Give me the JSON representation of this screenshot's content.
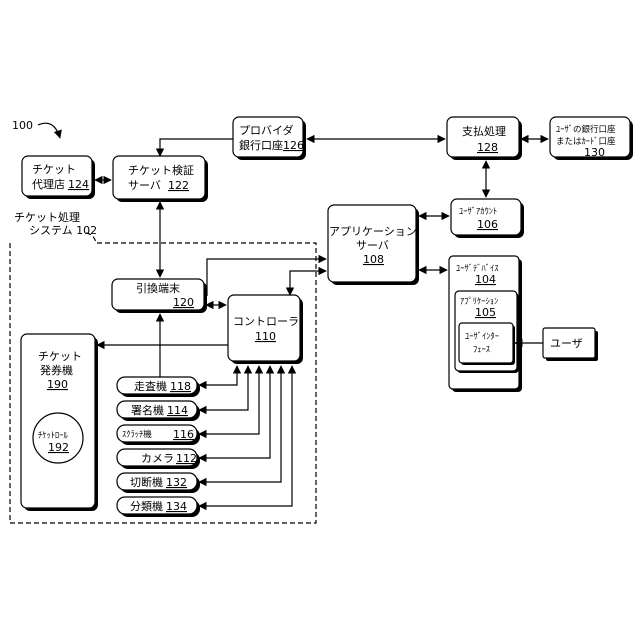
{
  "figure_ref": "100",
  "system_label": [
    "チケット処理",
    "システム 102"
  ],
  "nodes": {
    "ticket_agency": {
      "lines": [
        "チケット",
        "代理店"
      ],
      "num": "124"
    },
    "ticket_verify_server": {
      "lines": [
        "チケット検証",
        "サーバ"
      ],
      "num": "122"
    },
    "provider_account": {
      "lines": [
        "プロバイダ",
        "銀行口座"
      ],
      "num": "126"
    },
    "payment_processing": {
      "lines": [
        "支払処理"
      ],
      "num": "128"
    },
    "user_bank_account": {
      "lines": [
        "ﾕｰｻﾞの銀行口座",
        "またはｶｰﾄﾞ口座"
      ],
      "num": "130"
    },
    "user_account": {
      "lines": [
        "ﾕｰｻﾞｱｶｳﾝﾄ"
      ],
      "num": "106"
    },
    "application_server": {
      "lines": [
        "アプリケーション",
        "サーバ"
      ],
      "num": "108"
    },
    "user_device": {
      "lines": [
        "ﾕｰｻﾞﾃﾞﾊﾞｲｽ"
      ],
      "num": "104"
    },
    "application": {
      "lines": [
        "ｱﾌﾟﾘｹｰｼｮﾝ"
      ],
      "num": "105"
    },
    "user_interface": {
      "lines": [
        "ﾕｰｻﾞｲﾝﾀｰ",
        "ﾌｪｰｽ"
      ],
      "num": ""
    },
    "user": {
      "lines": [
        "ユーザ"
      ],
      "num": ""
    },
    "exchange_terminal": {
      "lines": [
        "引換端末"
      ],
      "num": "120"
    },
    "controller": {
      "lines": [
        "コントローラ"
      ],
      "num": "110"
    },
    "ticket_issuer": {
      "lines": [
        "チケット",
        "発券機"
      ],
      "num": "190"
    },
    "ticket_roll": {
      "lines": [
        "ﾁｹｯﾄﾛｰﾙ"
      ],
      "num": "192"
    },
    "scanner": {
      "lines": [
        "走査機"
      ],
      "num": "118"
    },
    "signer": {
      "lines": [
        "署名機"
      ],
      "num": "114"
    },
    "scratch": {
      "lines": [
        "ｽｸﾗｯﾁ機"
      ],
      "num": "116"
    },
    "camera": {
      "lines": [
        "カメラ"
      ],
      "num": "112"
    },
    "cutter": {
      "lines": [
        "切断機"
      ],
      "num": "132"
    },
    "sorter": {
      "lines": [
        "分類機"
      ],
      "num": "134"
    }
  }
}
